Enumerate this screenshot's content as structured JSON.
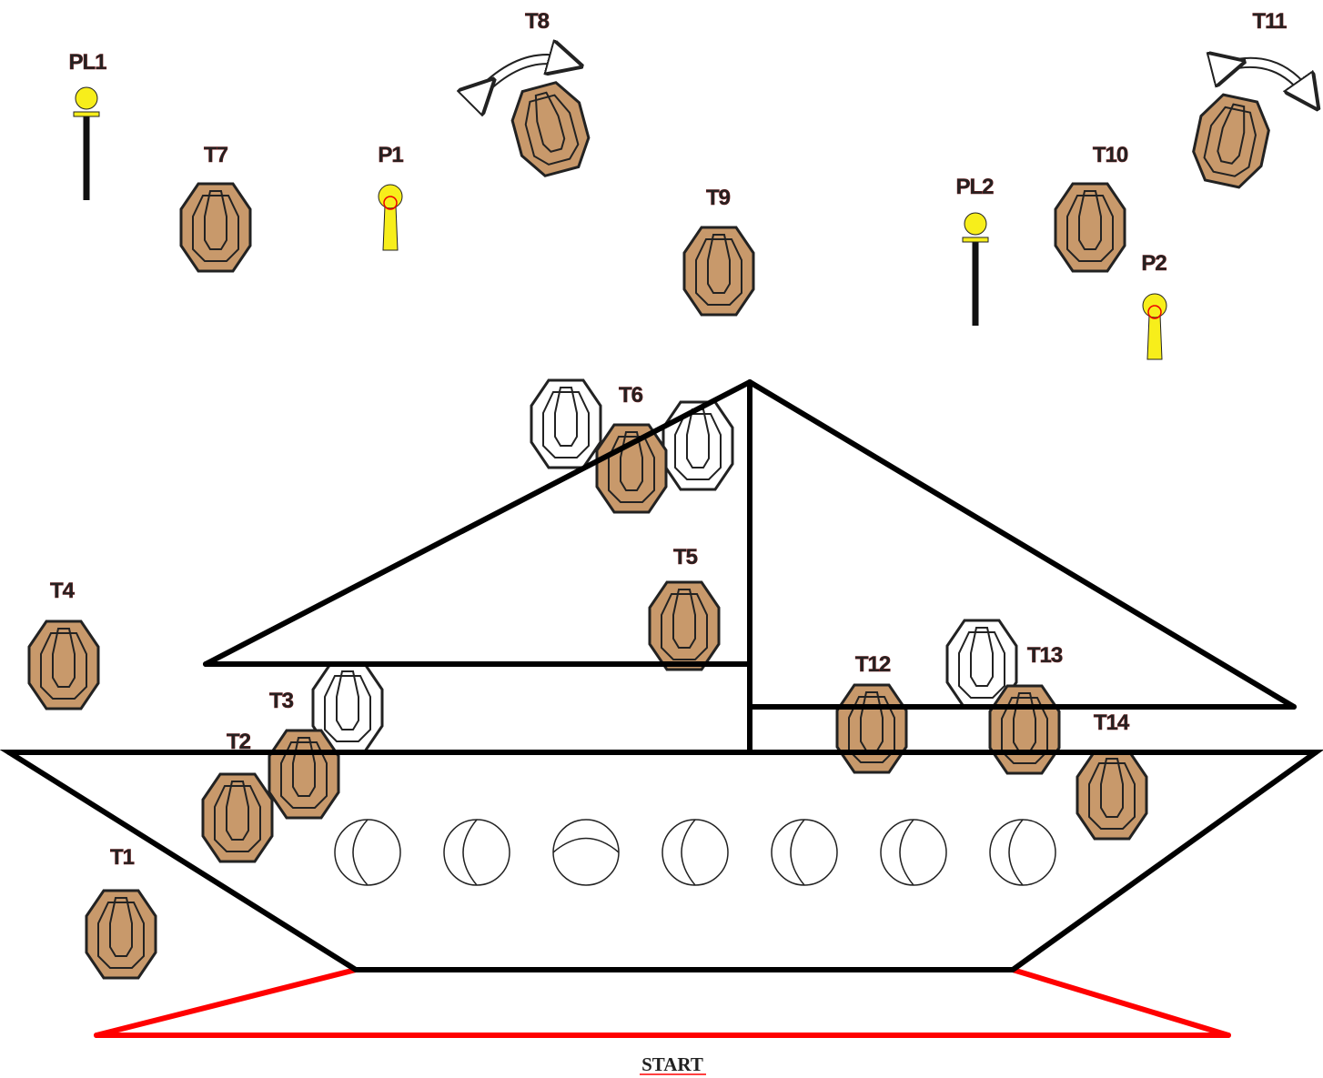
{
  "diagram": {
    "start_label": "START",
    "colors": {
      "target_fill": "#c8996b",
      "target_stroke": "#222222",
      "noshoot_fill": "#ffffff",
      "popper_fill": "#f7ee1b",
      "plate_fill": "#f7ee1b",
      "fault_line": "#ff0000",
      "structure_line": "#000000"
    },
    "targets": [
      {
        "label": "T1"
      },
      {
        "label": "T2"
      },
      {
        "label": "T3"
      },
      {
        "label": "T4"
      },
      {
        "label": "T5"
      },
      {
        "label": "T6"
      },
      {
        "label": "T7"
      },
      {
        "label": "T8"
      },
      {
        "label": "T9"
      },
      {
        "label": "T10"
      },
      {
        "label": "T11"
      },
      {
        "label": "T12"
      },
      {
        "label": "T13"
      },
      {
        "label": "T14"
      }
    ],
    "poppers": [
      {
        "label": "P1"
      },
      {
        "label": "P2"
      }
    ],
    "plates": [
      {
        "label": "PL1"
      },
      {
        "label": "PL2"
      }
    ],
    "icons": [
      "paper-target-icon",
      "no-shoot-target-icon",
      "popper-icon",
      "plate-rack-icon",
      "swing-arrow-icon",
      "port-window-icon"
    ]
  }
}
